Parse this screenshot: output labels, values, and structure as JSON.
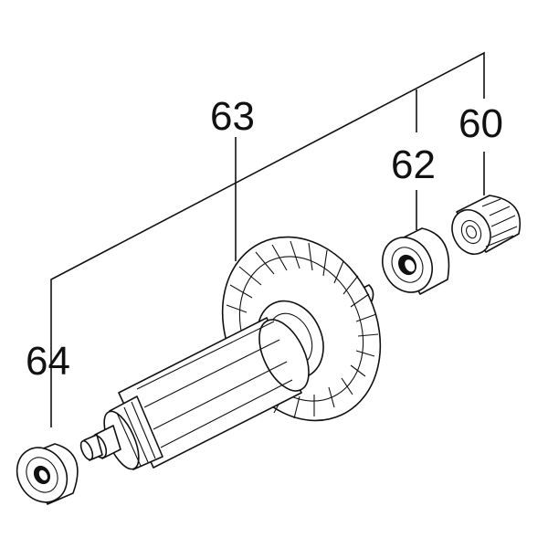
{
  "callouts": {
    "part_60": "60",
    "part_62": "62",
    "part_63": "63",
    "part_64": "64"
  },
  "colors": {
    "ink": "#111111",
    "background": "#ffffff"
  }
}
